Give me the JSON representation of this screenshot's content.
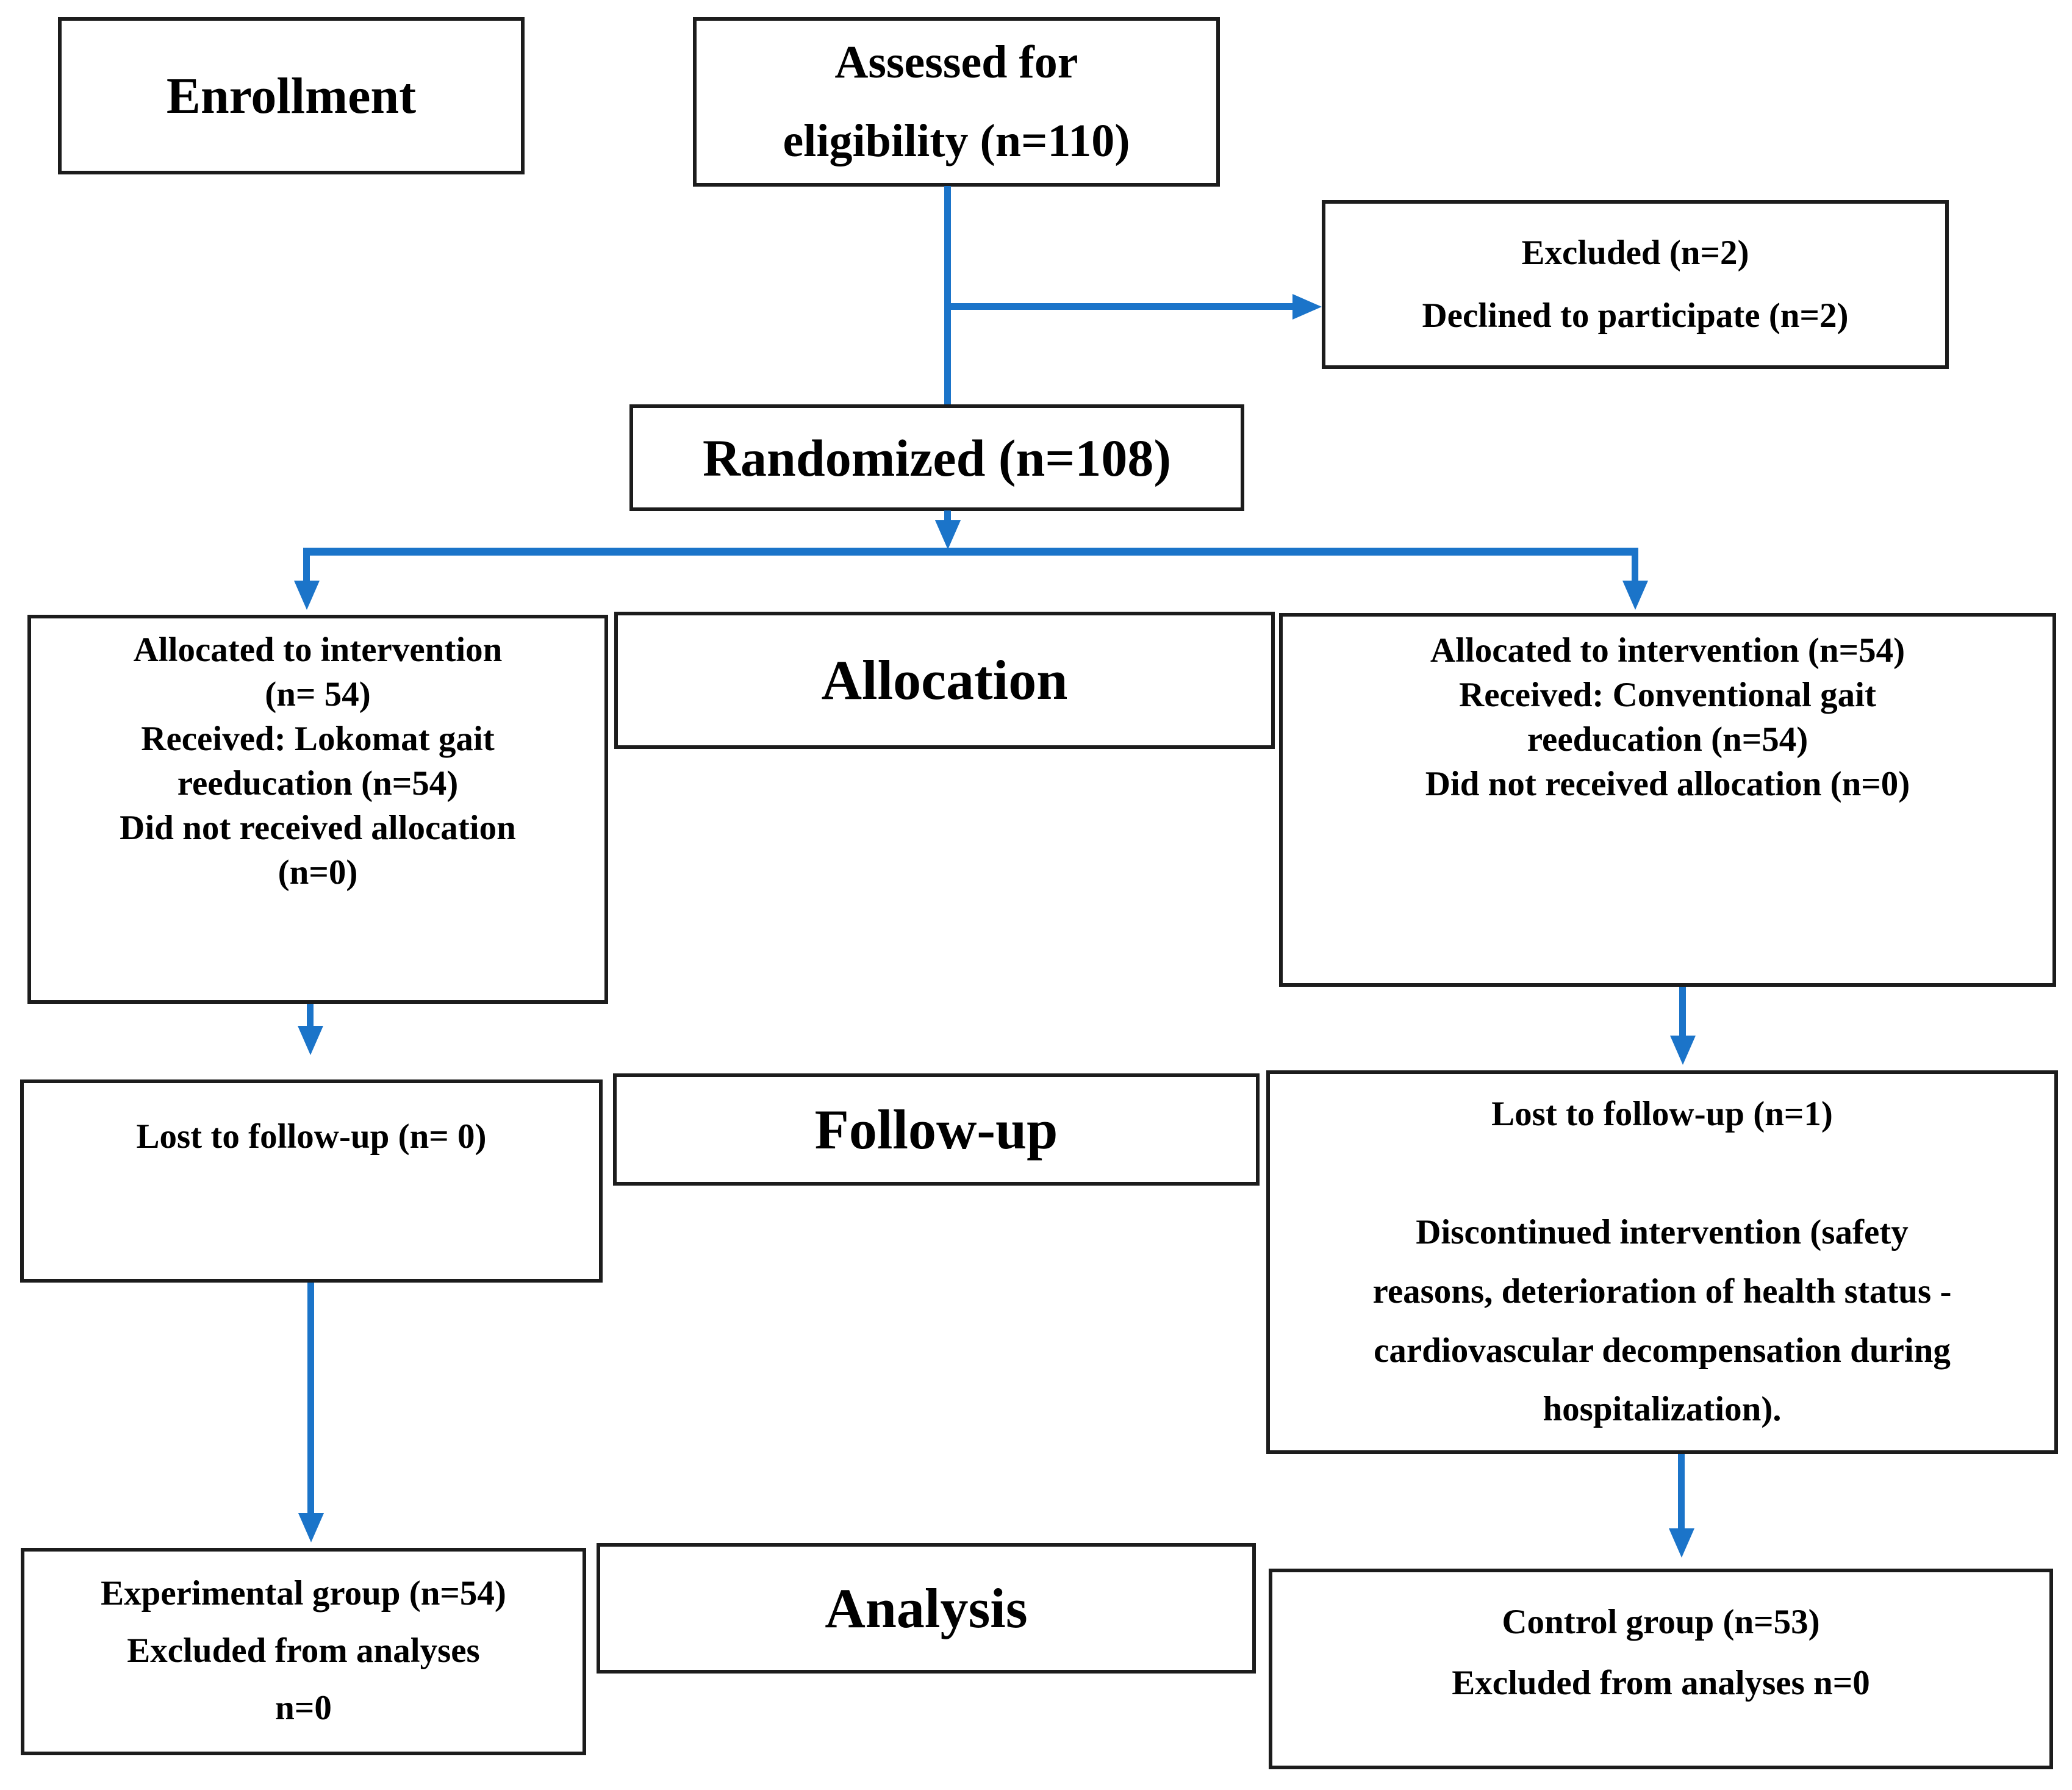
{
  "diagram": {
    "type": "consort-flow",
    "colors": {
      "arrow_blue": "#1b74c9",
      "box_border": "#1c1c1c",
      "box_fill": "#ffffff",
      "text": "#000000"
    },
    "stage_labels": {
      "enrollment": "Enrollment",
      "allocation": "Allocation",
      "follow_up": "Follow-up",
      "analysis": "Analysis"
    },
    "nodes": {
      "assessed": {
        "lines": [
          "Assessed for",
          "eligibility (n=110)"
        ]
      },
      "excluded": {
        "lines": [
          "Excluded (n=2)",
          "Declined to participate (n=2)"
        ]
      },
      "randomized": {
        "label": "Randomized (n=108)"
      },
      "allocated_experimental": {
        "lines": [
          "Allocated to intervention",
          "(n= 54)",
          "Received: Lokomat gait",
          "reeducation (n=54)",
          "Did not received allocation",
          "(n=0)"
        ]
      },
      "allocated_control": {
        "lines": [
          "Allocated to intervention (n=54)",
          "Received: Conventional gait",
          "reeducation (n=54)",
          "Did not received allocation (n=0)"
        ]
      },
      "followup_experimental": {
        "lines": [
          "Lost to follow-up (n= 0)"
        ]
      },
      "followup_control": {
        "lines": [
          "Lost to follow-up (n=1)",
          "",
          "Discontinued intervention (safety",
          "reasons, deterioration of health status -",
          "cardiovascular decompensation during",
          "hospitalization)."
        ]
      },
      "analysis_experimental": {
        "lines": [
          "Experimental group (n=54)",
          "Excluded from analyses",
          "n=0"
        ]
      },
      "analysis_control": {
        "lines": [
          "Control group (n=53)",
          "Excluded from analyses n=0"
        ]
      }
    },
    "edges": [
      {
        "from": "assessed",
        "to": "randomized"
      },
      {
        "from": "assessed",
        "to": "excluded"
      },
      {
        "from": "randomized",
        "to": "allocated_experimental"
      },
      {
        "from": "randomized",
        "to": "allocated_control"
      },
      {
        "from": "allocated_experimental",
        "to": "followup_experimental"
      },
      {
        "from": "allocated_control",
        "to": "followup_control"
      },
      {
        "from": "followup_experimental",
        "to": "analysis_experimental"
      },
      {
        "from": "followup_control",
        "to": "analysis_control"
      }
    ]
  }
}
